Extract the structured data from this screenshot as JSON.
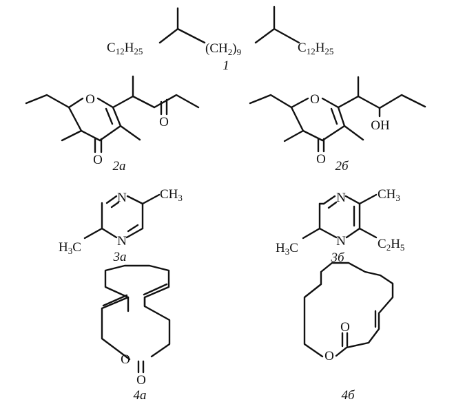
{
  "figure": {
    "compounds": [
      {
        "id": "c1",
        "label": "1",
        "atoms": {
          "left": "C12H25",
          "mid": "(CH2)9",
          "right": "C12H25"
        }
      },
      {
        "id": "c2a",
        "label": "2a",
        "atoms": {
          "o_ring": "O",
          "o_keto": "O",
          "o_ring_keto": "O"
        }
      },
      {
        "id": "c2b",
        "label": "2б",
        "atoms": {
          "o_ring": "O",
          "oh": "OH",
          "o_ring_keto": "O"
        }
      },
      {
        "id": "c3a",
        "label": "3a",
        "atoms": {
          "n_top": "N",
          "n_bottom": "N",
          "me_right": "CH3",
          "me_left": "H3C"
        }
      },
      {
        "id": "c3b",
        "label": "3б",
        "atoms": {
          "n_top": "N",
          "n_bottom": "N",
          "me_right": "CH3",
          "me_left": "H3C",
          "et": "C2H5"
        }
      },
      {
        "id": "c4a",
        "label": "4a",
        "atoms": {
          "o_ring": "O",
          "o_carbonyl": "O"
        }
      },
      {
        "id": "c4b",
        "label": "4б",
        "atoms": {
          "o_ring": "O",
          "o_carbonyl": "O"
        }
      }
    ]
  }
}
